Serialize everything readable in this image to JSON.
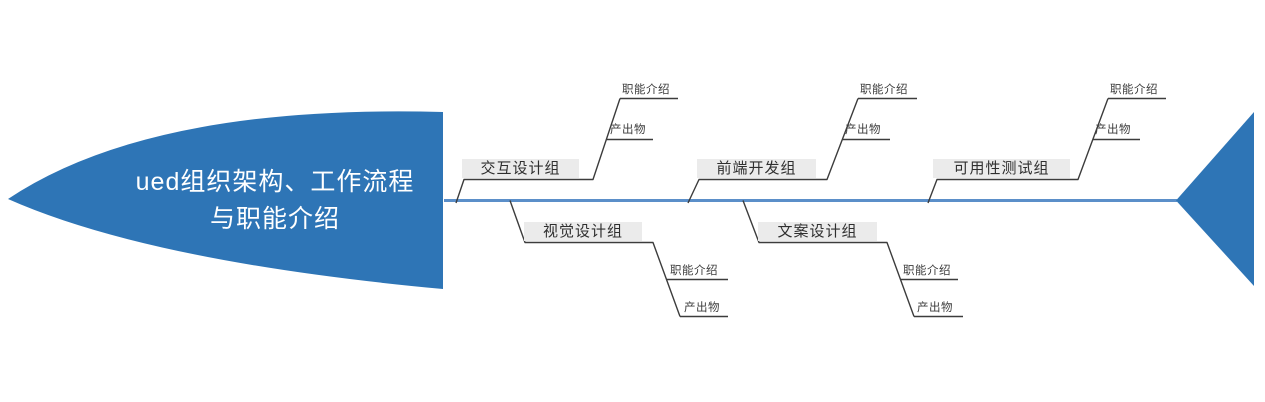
{
  "diagram": {
    "type": "fishbone",
    "root": {
      "full_text": "ued组织架构、工作流程与职能介绍",
      "lines": [
        "ued组织架构、工作流程",
        "与职能介绍"
      ]
    },
    "branches": [
      {
        "label": "交互设计组",
        "side": "top",
        "items": [
          "职能介绍",
          "产出物"
        ]
      },
      {
        "label": "视觉设计组",
        "side": "bottom",
        "items": [
          "职能介绍",
          "产出物"
        ]
      },
      {
        "label": "前端开发组",
        "side": "top",
        "items": [
          "职能介绍",
          "产出物"
        ]
      },
      {
        "label": "文案设计组",
        "side": "bottom",
        "items": [
          "职能介绍",
          "产出物"
        ]
      },
      {
        "label": "可用性测试组",
        "side": "top",
        "items": [
          "职能介绍",
          "产出物"
        ]
      }
    ],
    "colors": {
      "head_fill": "#2e75b6",
      "tail_fill": "#2e75b6",
      "spine": "#5b8fc9",
      "branch_line": "#3c3c3c",
      "label_bg": "#ebebeb",
      "label_text": "#2f2f2f",
      "title_text": "#ffffff"
    }
  }
}
